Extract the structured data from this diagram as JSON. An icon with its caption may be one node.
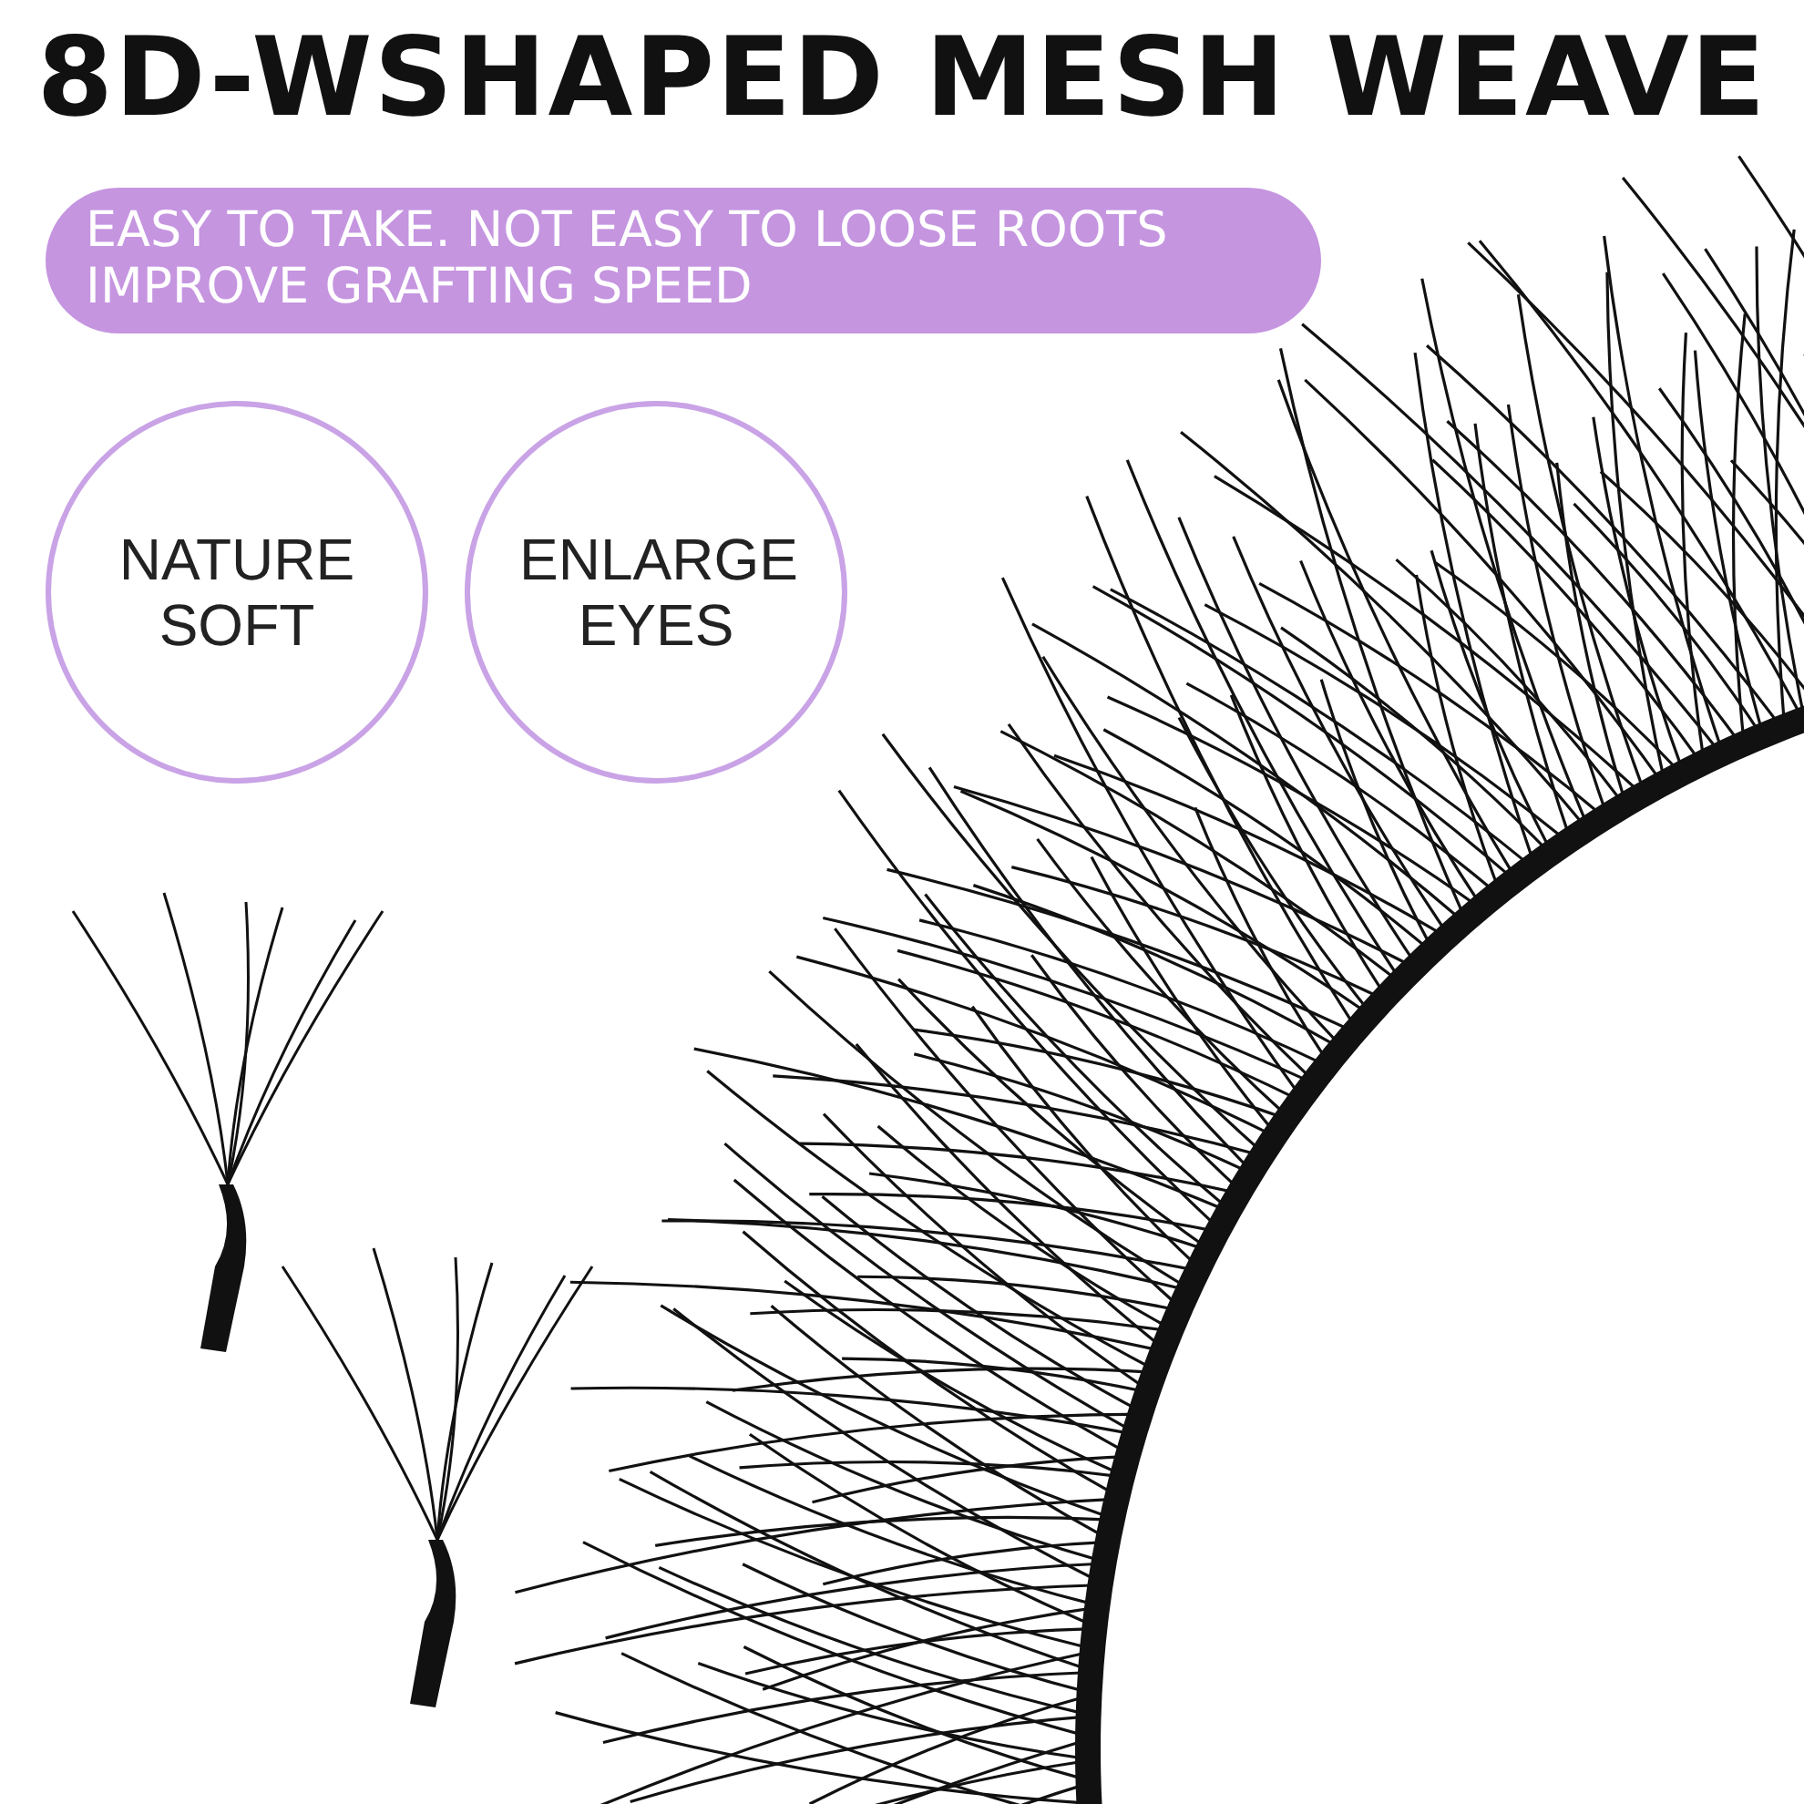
{
  "diagram": {
    "title": "8D-WSHAPED MESH WEAVE",
    "nodes": [
      {
        "text": [
          "EASY TO TAKE. NOT EASY TO LOOSE ROOTS",
          "IMPROVE GRAFTING SPEED"
        ]
      },
      {
        "text": [
          "NATURE SOFT"
        ]
      },
      {
        "text": [
          "ENLARGE EYES"
        ]
      }
    ]
  }
}
